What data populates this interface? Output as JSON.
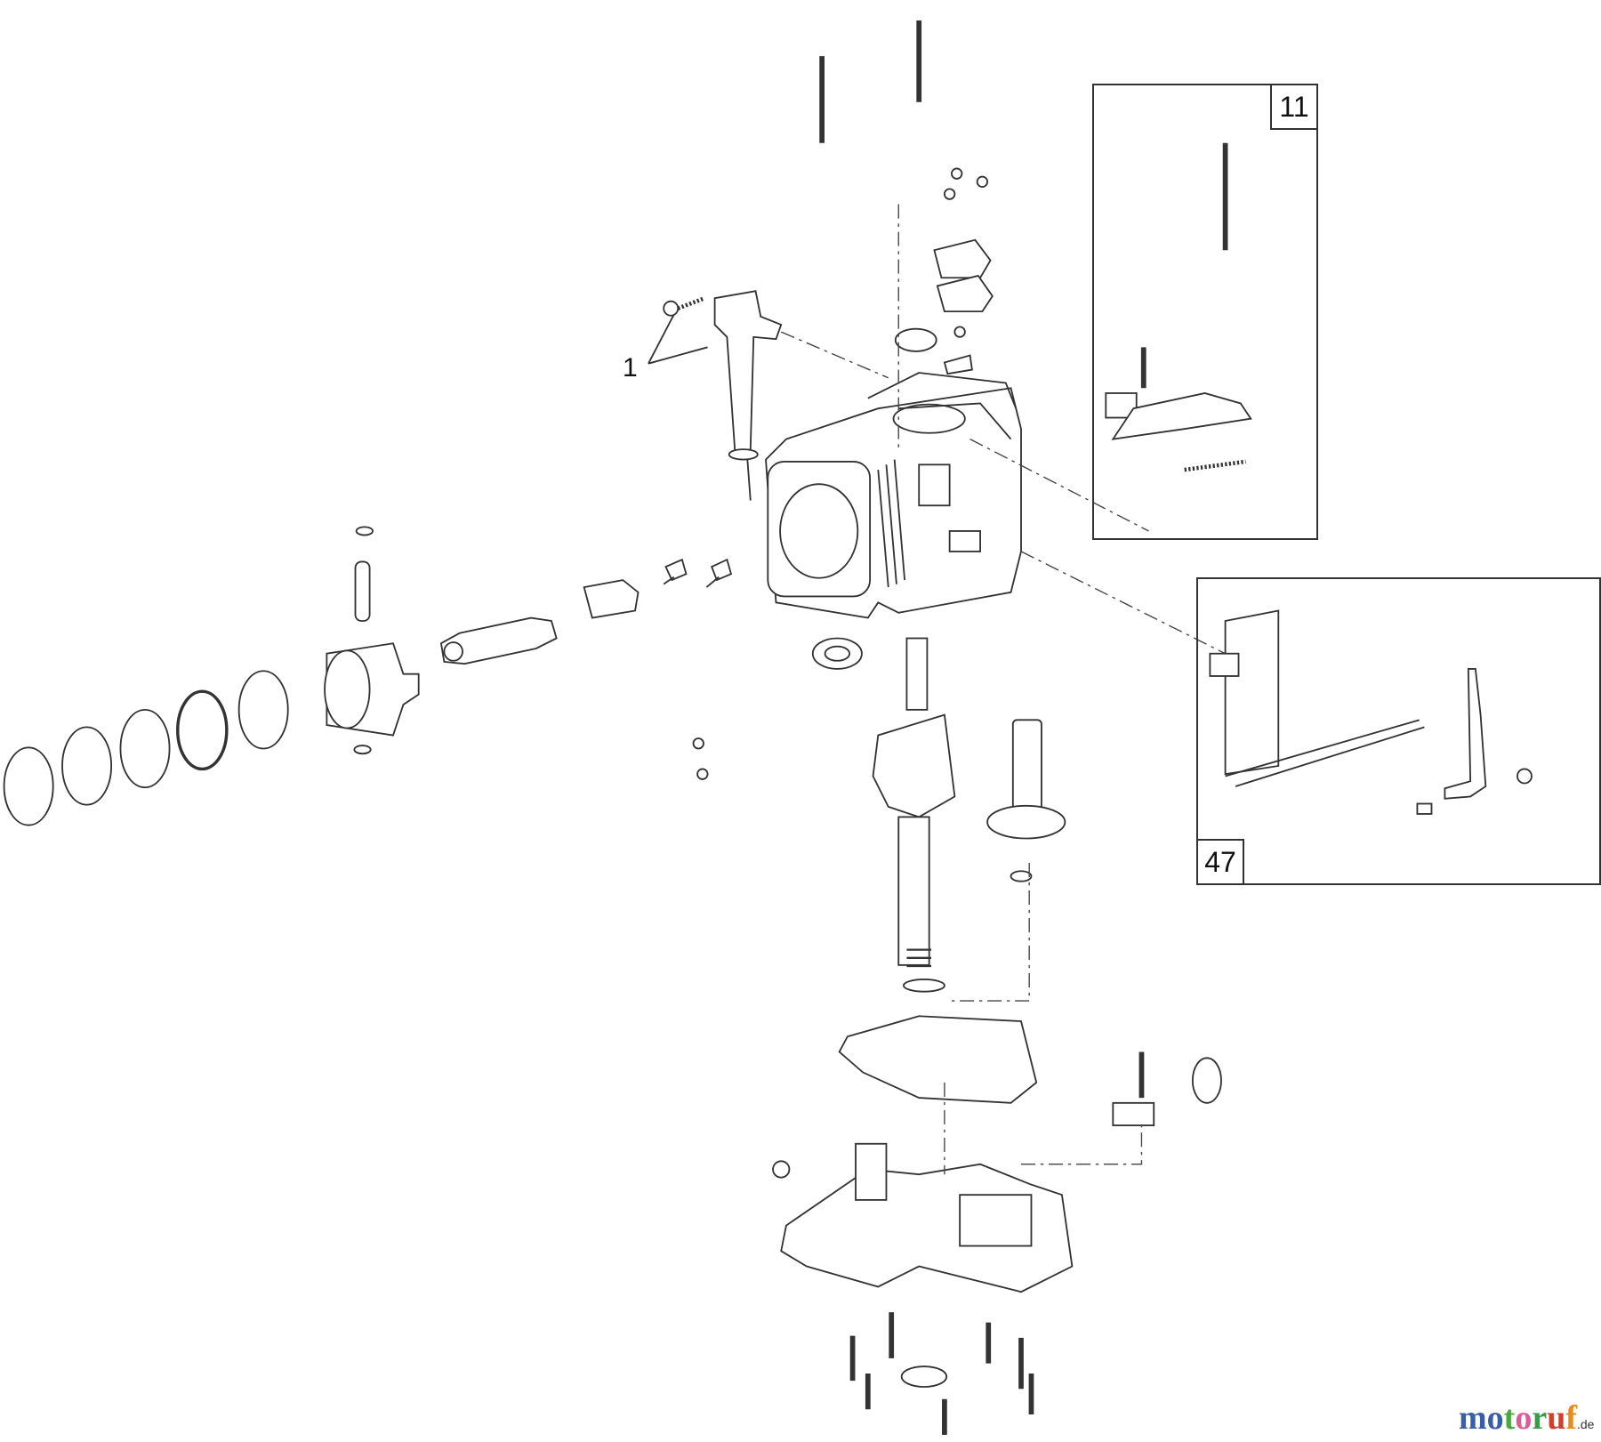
{
  "callouts": {
    "item_1": "1"
  },
  "insets": [
    {
      "label": "11"
    },
    {
      "label": "47"
    }
  ],
  "watermark": {
    "text": "motoruf",
    "suffix": ".de",
    "colors": [
      "#3a5fa8",
      "#3a5fa8",
      "#4aa83c",
      "#e05a9a",
      "#3a9a4a",
      "#d2402c",
      "#e88a1c",
      "#e8c81c"
    ]
  }
}
